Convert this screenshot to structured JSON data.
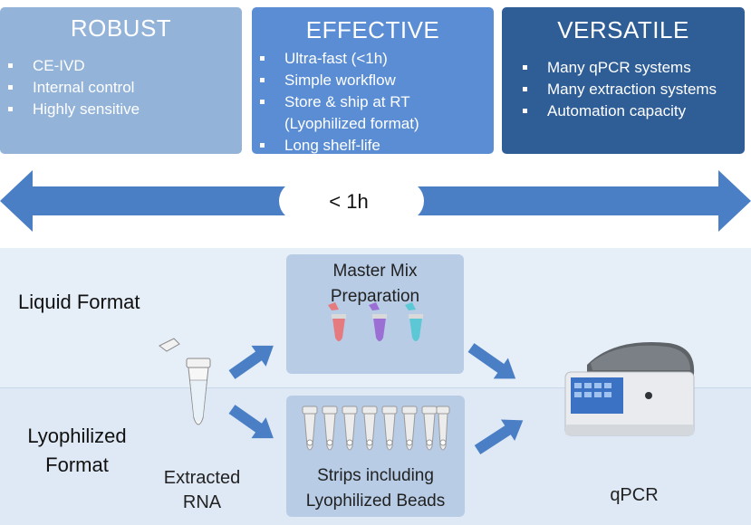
{
  "cards": [
    {
      "title": "ROBUST",
      "items": [
        "CE-IVD",
        "Internal control",
        "Highly sensitive"
      ],
      "color": "#93b3d9"
    },
    {
      "title": "EFFECTIVE",
      "items": [
        "Ultra-fast (<1h)",
        "Simple workflow",
        "Store & ship at RT",
        "(Lyophilized format)",
        "Long shelf-life"
      ],
      "color": "#5a8dd3"
    },
    {
      "title": "VERSATILE",
      "items": [
        "Many qPCR systems",
        "Many extraction systems",
        "Automation capacity"
      ],
      "color": "#2f5d96"
    }
  ],
  "timeline": {
    "label": "< 1h",
    "color": "#4a7fc6"
  },
  "formats": {
    "liquid": "Liquid Format",
    "lyophilized_line1": "Lyophilized",
    "lyophilized_line2": "Format"
  },
  "steps": {
    "master_mix_line1": "Master Mix",
    "master_mix_line2": "Preparation",
    "strips_line1": "Strips including",
    "strips_line2": "Lyophilized Beads",
    "extracted_line1": "Extracted",
    "extracted_line2": "RNA",
    "qpcr": "qPCR"
  },
  "tube_colors": [
    "#e57a7f",
    "#9c6fd4",
    "#5cc8d6"
  ]
}
